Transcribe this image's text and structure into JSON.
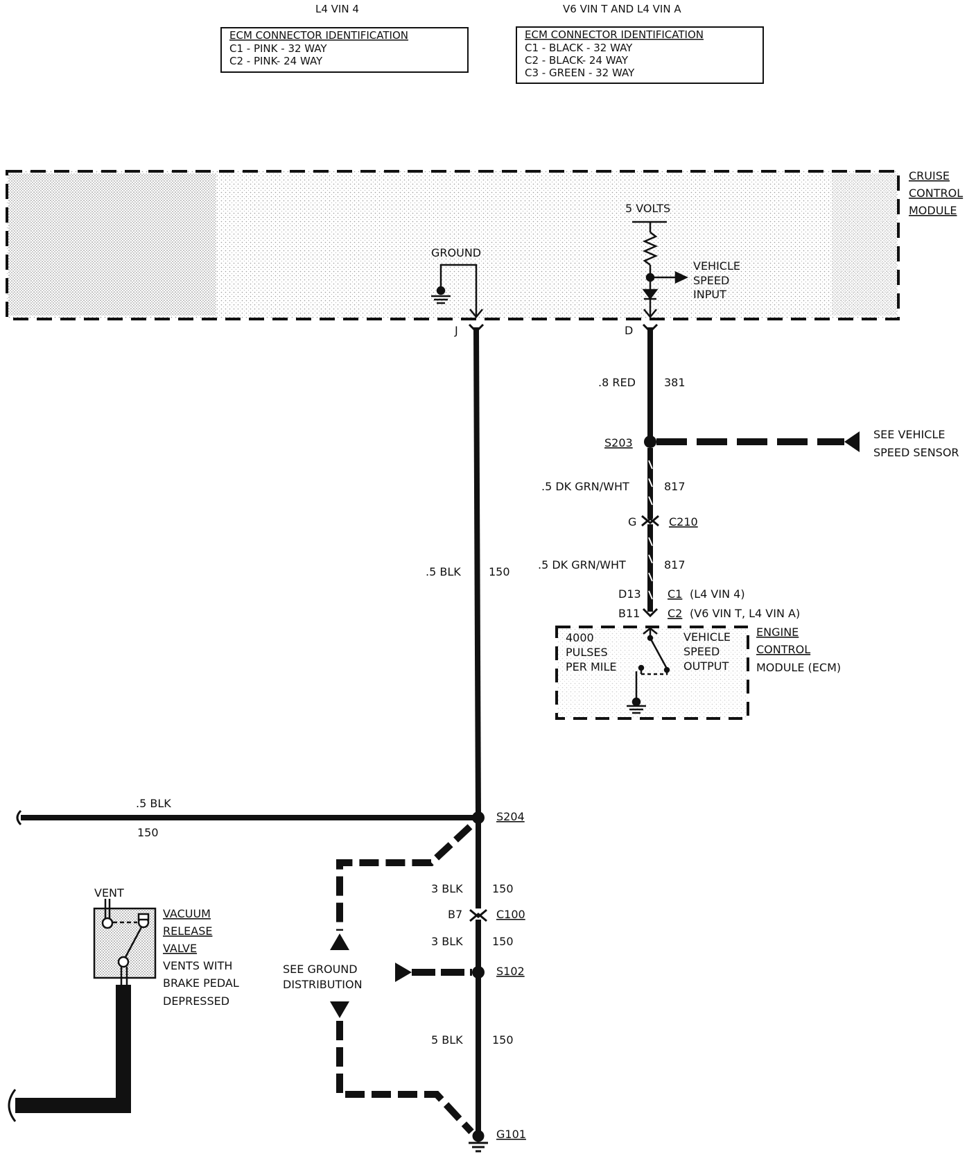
{
  "header": {
    "left_title": "L4 VIN 4",
    "right_title": "V6 VIN T AND L4 VIN A",
    "left_box": {
      "heading": "ECM CONNECTOR IDENTIFICATION",
      "lines": [
        "C1 - PINK - 32 WAY",
        "C2 - PINK- 24 WAY"
      ]
    },
    "right_box": {
      "heading": "ECM CONNECTOR IDENTIFICATION",
      "lines": [
        "C1 - BLACK - 32 WAY",
        "C2 - BLACK- 24 WAY",
        "C3 - GREEN - 32 WAY"
      ]
    }
  },
  "cruise_module": {
    "name_lines": [
      "CRUISE",
      "CONTROL",
      "MODULE"
    ],
    "volts": "5 VOLTS",
    "ground": "GROUND",
    "vss_input_lines": [
      "VEHICLE",
      "SPEED",
      "INPUT"
    ],
    "pin_j": "J",
    "pin_d": "D"
  },
  "vss_circuit": {
    "wire1_color": ".8 RED",
    "wire1_circuit": "381",
    "splice": "S203",
    "see_lines": [
      "SEE VEHICLE",
      "SPEED SENSOR"
    ],
    "wire2_color": ".5 DK GRN/WHT",
    "wire2_circuit": "817",
    "conn_pin": "G",
    "conn": "C210",
    "wire3_color": ".5 DK GRN/WHT",
    "wire3_circuit": "817",
    "pin1": "D13",
    "pin1_conn": "C1",
    "pin1_note": "(L4 VIN 4)",
    "pin2": "B11",
    "pin2_conn": "C2",
    "pin2_note": "(V6 VIN T, L4 VIN A)"
  },
  "ecm": {
    "pulses_lines": [
      "4000",
      "PULSES",
      "PER MILE"
    ],
    "output_lines": [
      "VEHICLE",
      "SPEED",
      "OUTPUT"
    ],
    "name_lines": [
      "ENGINE",
      "CONTROL",
      "MODULE (ECM)"
    ]
  },
  "ground_circuit": {
    "main_wire_color": ".5 BLK",
    "main_wire_circuit": "150",
    "branch_wire_color": ".5 BLK",
    "branch_wire_circuit": "150",
    "splice1": "S204",
    "w1_color": "3 BLK",
    "w1_circuit": "150",
    "c100_pin": "B7",
    "c100": "C100",
    "w2_color": "3 BLK",
    "w2_circuit": "150",
    "splice2": "S102",
    "see_ground_lines": [
      "SEE GROUND",
      "DISTRIBUTION"
    ],
    "w3_color": "5 BLK",
    "w3_circuit": "150",
    "ground_point": "G101"
  },
  "vacuum_valve": {
    "vent": "VENT",
    "name_lines": [
      "VACUUM",
      "RELEASE",
      "VALVE"
    ],
    "desc_lines": [
      "VENTS WITH",
      "BRAKE PEDAL",
      "DEPRESSED"
    ]
  }
}
